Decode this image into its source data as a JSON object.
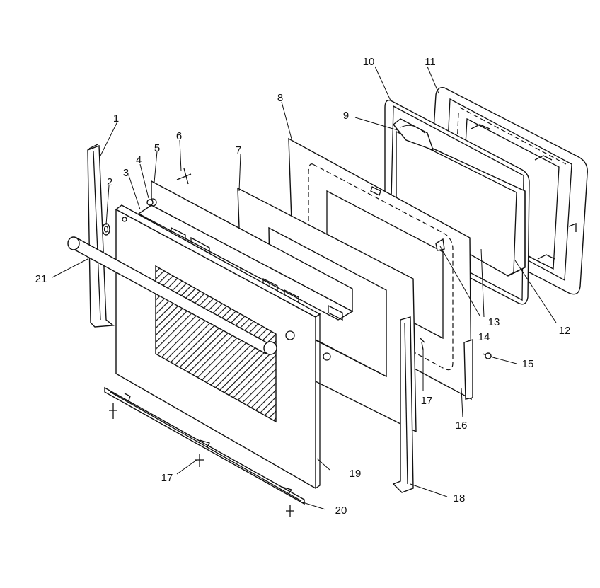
{
  "diagram": {
    "callouts": [
      {
        "id": "c1",
        "text": "1"
      },
      {
        "id": "c2",
        "text": "2"
      },
      {
        "id": "c3",
        "text": "3"
      },
      {
        "id": "c4",
        "text": "4"
      },
      {
        "id": "c5",
        "text": "5"
      },
      {
        "id": "c6",
        "text": "6"
      },
      {
        "id": "c7",
        "text": "7"
      },
      {
        "id": "c8",
        "text": "8"
      },
      {
        "id": "c9",
        "text": "9"
      },
      {
        "id": "c10",
        "text": "10"
      },
      {
        "id": "c11",
        "text": "11"
      },
      {
        "id": "c12",
        "text": "12"
      },
      {
        "id": "c13",
        "text": "13"
      },
      {
        "id": "c14",
        "text": "14"
      },
      {
        "id": "c15",
        "text": "15"
      },
      {
        "id": "c16",
        "text": "16"
      },
      {
        "id": "c17a",
        "text": "17"
      },
      {
        "id": "c17b",
        "text": "17"
      },
      {
        "id": "c18",
        "text": "18"
      },
      {
        "id": "c19",
        "text": "19"
      },
      {
        "id": "c20",
        "text": "20"
      },
      {
        "id": "c21",
        "text": "21"
      }
    ]
  }
}
